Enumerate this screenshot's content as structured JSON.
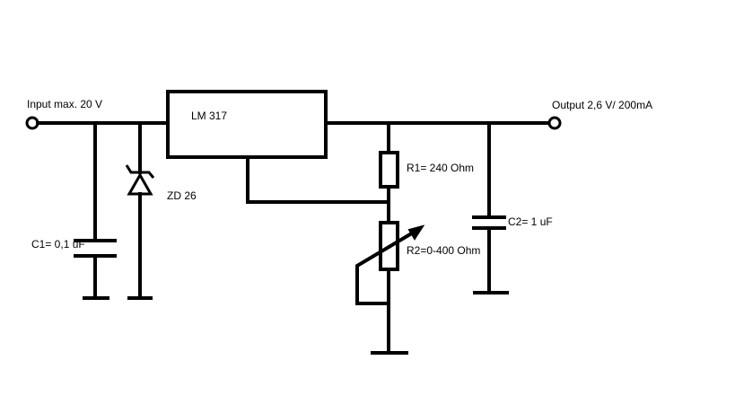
{
  "diagram": {
    "input_label": "Input max. 20 V",
    "output_label": "Output 2,6 V/ 200mA",
    "regulator_label": "LM 317",
    "zener_label": "ZD 26",
    "c1_label": "C1= 0,1 uF",
    "c2_label": "C2= 1 uF",
    "r1_label": "R1= 240 Ohm",
    "r2_label": "R2=0-400 Ohm"
  }
}
